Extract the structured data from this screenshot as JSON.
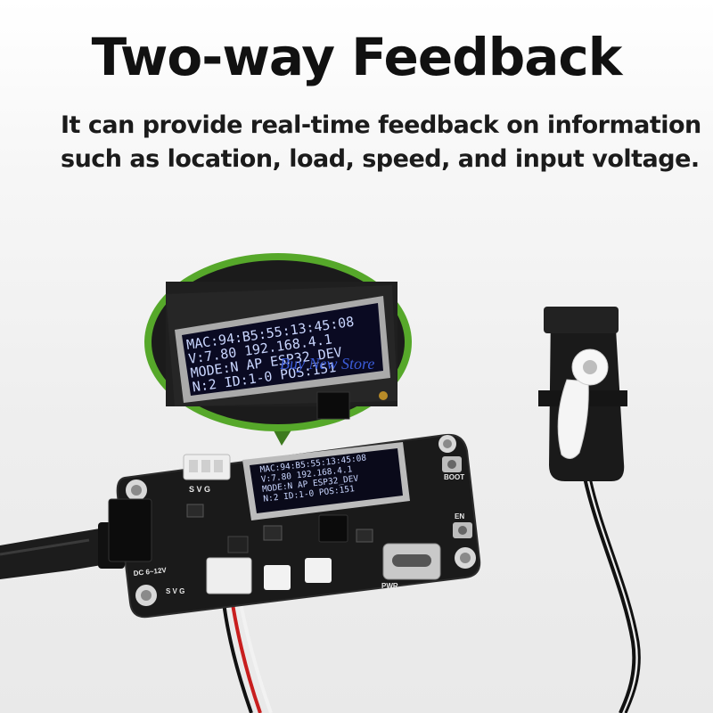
{
  "heading": {
    "title": "Two-way Feedback",
    "subtitle_line1": "It can provide real-time feedback on information",
    "subtitle_line2": "such as location, load, speed, and input voltage."
  },
  "oled_lines": [
    "MAC:94:B5:55:13:45:08",
    "V:7.80 192.168.4.1",
    "MODE:N AP ESP32_DEV",
    "N:2 ID:1-0 POS:151"
  ],
  "board_labels": {
    "svg_top": "S V G",
    "svg_bottom": "S V G",
    "dc": "DC 6~12V",
    "pwr": "PWR",
    "boot": "BOOT",
    "en": "EN"
  },
  "watermark": "Buy New Store",
  "colors": {
    "pcb": "#1a1a1a",
    "oled_text": "#c9d6ff",
    "wire_red": "#c81e1e",
    "wire_black": "#111111",
    "watermark": "#3b5bd6"
  }
}
